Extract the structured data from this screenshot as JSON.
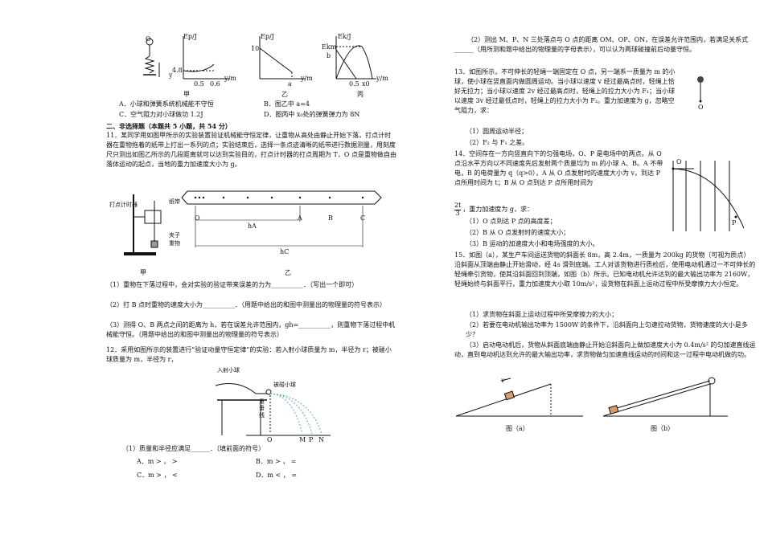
{
  "figures_top": {
    "fig_jia_label": "甲",
    "fig_yi_label": "乙",
    "fig_bing_label": "丙",
    "yi_axis_y": "Ep/J",
    "yi_axis_x": "y/m",
    "yi_val_48": "4.8",
    "yi_val_05": "0.5",
    "yi_val_06": "0.6",
    "bing_axis_y": "Ep/J",
    "bing_val_10": "10",
    "bing_val_a": "a",
    "bing_axis_x": "y/m",
    "ding_axis_y": "Ek/J",
    "ding_ekm": "Ekm",
    "ding_b": "b",
    "ding_05": "0.5",
    "ding_x0": "x0",
    "ding_axis_x": "y/m",
    "o_label": "O",
    "y_label": "y"
  },
  "q10_options": {
    "A": "A．小球和弹簧系统机械能不守恒",
    "B": "B．图乙中 a=4",
    "C": "C．空气阻力对小球做功 1.2J",
    "D": "D．图丙中 x₀处的弹簧弹力为 8N"
  },
  "section2": "二、非选择题（本题共 5 小题，共 54 分）",
  "q11": {
    "stem": "11．某同学用如图甲所示的实验装置验证机械能守恒定律，让重物从高处由静止开始下落，打点计时器在重物拖着的纸带上打出一系列的点；实验结束后，选择一条点迹清晰的纸带进行数据测量，用刻度尺只测出如图乙所示的几段距离就可以达到实验目的，打点计时器的打点周期为 T，O 点是重物做自由落体运动的起点，当地的重力加速度大小为 g。",
    "fig_labels": [
      "打点计时器",
      "纸带",
      "夹子",
      "重物"
    ],
    "tape_points": [
      "O",
      "A",
      "B",
      "C"
    ],
    "hA": "hA",
    "hC": "hC",
    "jia": "甲",
    "yi": "乙",
    "p1": "（1）重物在下落过程中，会对实验的验证带来误差的力为__________．（写出一个即可）",
    "p2": "（2）打 B 点时重物的速度大小为__________．（用题中给出的和图中测量出的物理量的符号表示）",
    "p3": "（3）测得 O、B 两点之间的距离为 h，若在误差允许范围内，gh=__________，则重物下落过程中机械能守恒。（用题中给出的和图中测量出的物理量的符号表示）"
  },
  "q12": {
    "stem": "12．采用如图所示的装置进行“验证动量守恒定律”的实验：若入射小球质量为 m，半径为 r；被碰小球质量为 m，半径为 r，",
    "fig_in": "入射小球",
    "fig_hit": "被碰小球",
    "fig_line": "重垂线",
    "fig_points": [
      "O",
      "M",
      "P",
      "N"
    ],
    "p1": "（1）质量和半径应满足______．（填前面的符号）",
    "optA": "A．m > ， >",
    "optB": "B．m > ， =",
    "optC": "C．m > ， <",
    "optD": "D．m < ， ="
  },
  "q12_2": "（2）测出 M、P、N 三处落点与 O 点的距离 OM、OP、ON，在误差允许范围内，若满足关系式______（用所测和题中给出的物理量的字母表示），可以认为两球碰撞前后动量守恒。",
  "q13": {
    "stem": "13．如图所示，不可伸长的轻绳一端固定在 O 点，另一端系一质量为 m 的小球，使小球在竖直面内做圆周运动。当小球以速度 v 经过最高点时，轻绳上恰好无拉力；当小球以速度 2v 经过最高点时，轻绳上的拉力大小为 F₁；当小球以速度 3v 经过最低点时，轻绳上的拉力大小为 F₂。重力加速度为 g，忽略空气阻力，求：",
    "p1": "（1）圆周运动半径；",
    "p2": "（2）F₂ 与 F₁ 之差。",
    "o": "O"
  },
  "q14": {
    "stem": "14．空间存在一方向竖直向下的匀强电场，O、P 是电场中的两点。从 O 点沿水平方向以不同速度先后发射两个质量均为 m 的小球 A、B。A 不带电，B 的电荷量为 q（q>0），A 从 O 点发射时的速度大小为 v，到达 P 点所用时间为 t；B 从 O 点到达 P 点所用时间为",
    "frac_num": "2t",
    "frac_den": "3",
    "after_frac": "，重力加速度为 g，求：",
    "p1": "（1）O 点到达 P 点的高度差；",
    "p2": "（2）B 从 O 点发射时的速度大小；",
    "p3": "（3）B 运动的加速度大小和电场强度的大小。",
    "o": "O",
    "p": "P"
  },
  "q15": {
    "stem": "15．如图（a），某生产车间运送货物的斜面长 8m，高 2.4m，一质量为 200kg 的货物（可视为质点）沿斜面从顶端由静止开始滑动，经 4s 滑到底端。工人对该货物进行质检后，使用电动机通过一不可伸长的轻绳牵引货物，使其沿斜面回到顶端，如图（b）所示。已知电动机允许达到的最大输出功率为 2160W，轻绳始终与斜面平行，重力加速度大小取 10m/s²，设货物在斜面上运动过程中所受摩擦力大小恒定。",
    "p1": "（1）求货物在斜面上运动过程中所受摩擦力的大小；",
    "p2": "（2）若要在电动机输出功率为 1500W 的条件下，沿斜面向上匀速拉动货物，货物速度的大小是多少？",
    "p3": "（3）启动电动机后，货物从斜面底端由静止开始沿斜面向上做加速度大小为 0.4m/s² 的匀加速直线运动，直到电动机达到允许的最大输出功率，求货物做匀加速直线运动的时间和这一过程中电动机做的功。",
    "fig_a": "图（a）",
    "fig_b": "图（b）",
    "v": "v"
  }
}
